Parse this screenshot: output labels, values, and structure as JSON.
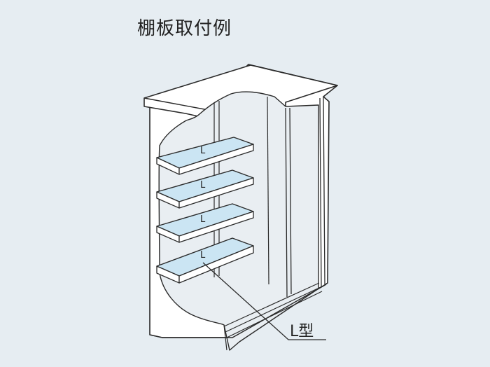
{
  "title": "棚板取付例",
  "shelf_marks": [
    "L",
    "L",
    "L",
    "L"
  ],
  "callout": "L型",
  "colors": {
    "background": "#e6edf2",
    "cabinet": "#ffffff",
    "outline": "#2a2a2a",
    "shelf_fill": "#cbe5f3",
    "shelf_edge": "#ffffff"
  }
}
